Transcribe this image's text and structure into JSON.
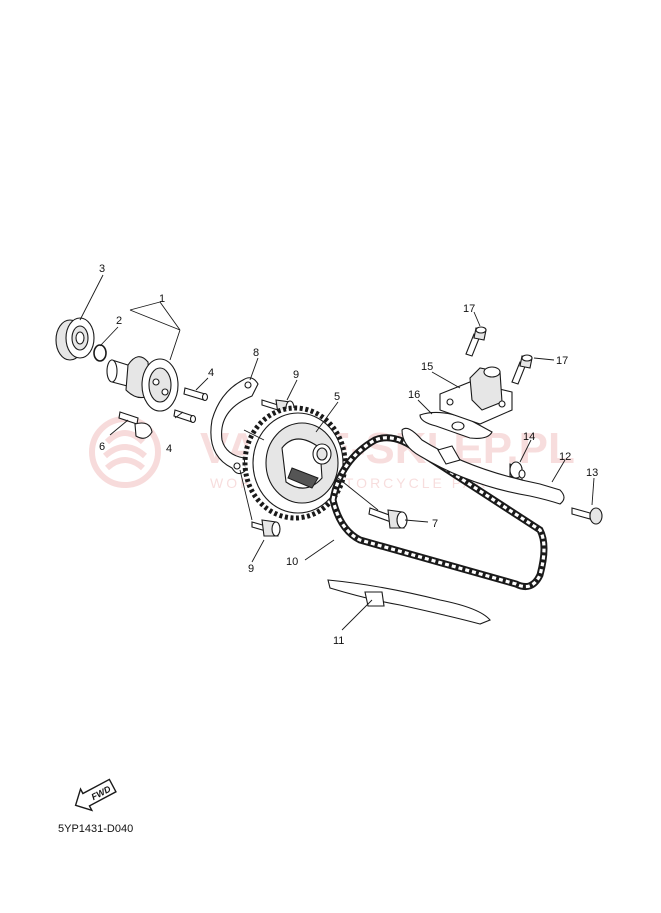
{
  "watermark": {
    "brand_text": "VANCE-SKLEP.PL",
    "tagline_text": "WORLD OF MOTORCYCLE PARTS",
    "color": "#d64a4a"
  },
  "callouts": {
    "c1": "1",
    "c2": "2",
    "c3": "3",
    "c4a": "4",
    "c4b": "4",
    "c5": "5",
    "c6": "6",
    "c7": "7",
    "c8": "8",
    "c9a": "9",
    "c9b": "9",
    "c10": "10",
    "c11": "11",
    "c12": "12",
    "c13": "13",
    "c14": "14",
    "c15": "15",
    "c16": "16",
    "c17a": "17",
    "c17b": "17"
  },
  "direction_badge": {
    "text": "FWD"
  },
  "diagram_code": "5YP1431-D040"
}
